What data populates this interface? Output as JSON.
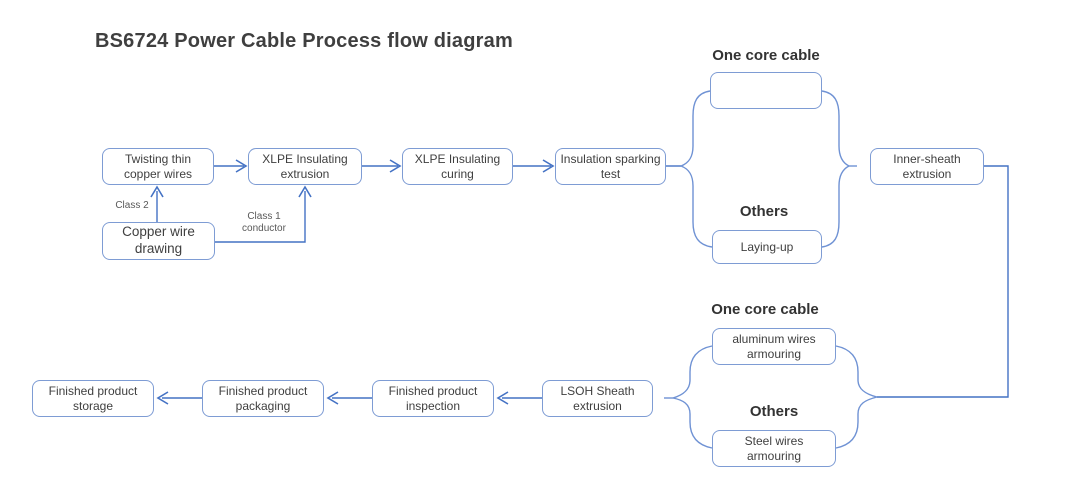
{
  "title": "BS6724 Power Cable Process flow diagram",
  "nodes": {
    "twisting": "Twisting thin copper wires",
    "xlpe_extrusion": "XLPE Insulating extrusion",
    "xlpe_curing": "XLPE Insulating curing",
    "sparking_test": "Insulation sparking test",
    "copper_drawing": "Copper wire drawing",
    "laying_up": "Laying-up",
    "inner_sheath": "Inner-sheath extrusion",
    "aluminum_armouring": "aluminum wires armouring",
    "steel_armouring": "Steel wires armouring",
    "lsoh_extrusion": "LSOH Sheath extrusion",
    "inspection": "Finished product inspection",
    "packaging": "Finished product packaging",
    "storage": "Finished product storage"
  },
  "branch_labels": {
    "one_core_top": "One core cable",
    "others_top": "Others",
    "one_core_bottom": "One core cable",
    "others_bottom": "Others"
  },
  "edge_labels": {
    "class2": "Class 2",
    "class1": "Class 1 conductor"
  },
  "edges": [
    {
      "from": "copper_drawing",
      "to": "twisting",
      "label": "Class 2"
    },
    {
      "from": "copper_drawing",
      "to": "xlpe_extrusion",
      "label": "Class 1 conductor"
    },
    {
      "from": "twisting",
      "to": "xlpe_extrusion"
    },
    {
      "from": "xlpe_extrusion",
      "to": "xlpe_curing"
    },
    {
      "from": "xlpe_curing",
      "to": "sparking_test"
    },
    {
      "from": "sparking_test",
      "to": "branch_top",
      "note": "One core cable passes straight through; Others go to Laying-up"
    },
    {
      "from": "laying_up",
      "to": "inner_sheath"
    },
    {
      "from": "inner_sheath",
      "to": "branch_bottom",
      "note": "One core cable: aluminum wires armouring; Others: Steel wires armouring"
    },
    {
      "from": "branch_bottom",
      "to": "lsoh_extrusion"
    },
    {
      "from": "lsoh_extrusion",
      "to": "inspection"
    },
    {
      "from": "inspection",
      "to": "packaging"
    },
    {
      "from": "packaging",
      "to": "storage"
    }
  ],
  "colors": {
    "box_border": "#7e9cd4",
    "connector": "#4472c4",
    "brace": "#6f92d4",
    "thick_arrow": "#3b5ea6",
    "text": "#3f3f3f",
    "edge_label_text": "#595959"
  }
}
